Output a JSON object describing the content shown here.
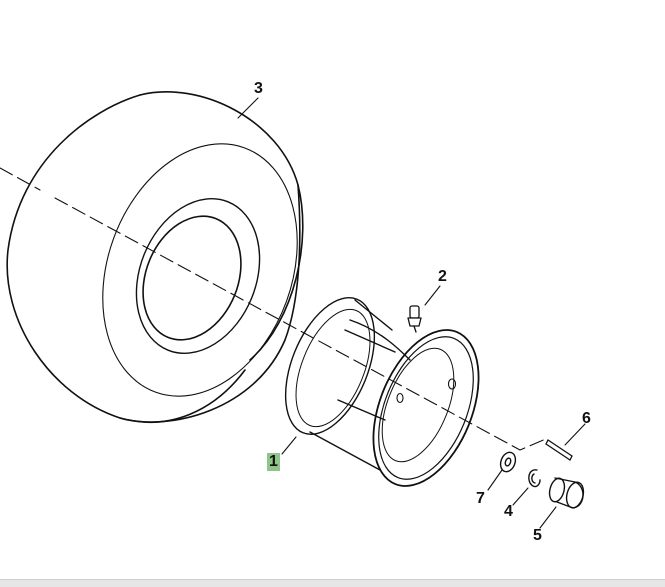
{
  "diagram": {
    "callouts": [
      {
        "number": "1",
        "part": "wheel-rim",
        "highlighted": true
      },
      {
        "number": "2",
        "part": "valve-stem",
        "highlighted": false
      },
      {
        "number": "3",
        "part": "tire",
        "highlighted": false
      },
      {
        "number": "4",
        "part": "snap-ring",
        "highlighted": false
      },
      {
        "number": "5",
        "part": "hub-cap",
        "highlighted": false
      },
      {
        "number": "6",
        "part": "pin",
        "highlighted": false
      },
      {
        "number": "7",
        "part": "washer",
        "highlighted": false
      }
    ],
    "highlight_color": "#8fc48a"
  }
}
